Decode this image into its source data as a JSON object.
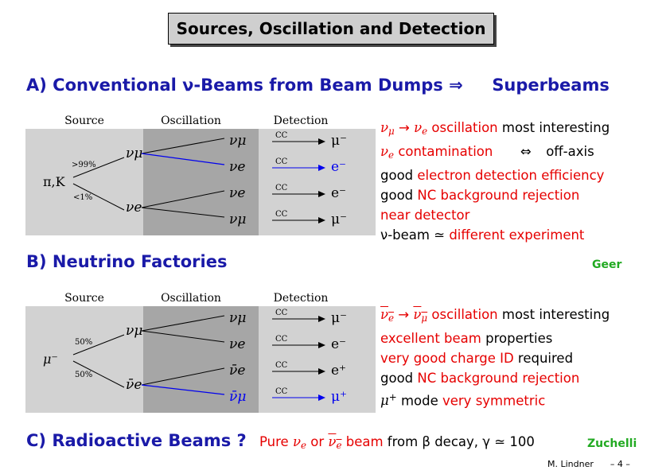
{
  "title": "Sources, Oscillation and Detection",
  "section_a": {
    "label": "A) Conventional ν-Beams from Beam Dumps ⇒",
    "superbeams": "Superbeams"
  },
  "diagram_a": {
    "headers": {
      "source": "Source",
      "oscillation": "Oscillation",
      "detection": "Detection"
    },
    "source_particle": "π,K",
    "branches": {
      "upper_pct": ">99%",
      "lower_pct": "<1%",
      "upper_particle": "νμ",
      "lower_particle": "νe"
    },
    "rows": [
      {
        "osc": "νμ",
        "cc": "CC",
        "det": "μ⁻",
        "highlight": false
      },
      {
        "osc": "νe",
        "cc": "CC",
        "det": "e⁻",
        "highlight": true
      },
      {
        "osc": "νe",
        "cc": "CC",
        "det": "e⁻",
        "highlight": false
      },
      {
        "osc": "νμ",
        "cc": "CC",
        "det": "μ⁻",
        "highlight": false
      }
    ]
  },
  "desc_a": {
    "line1": {
      "osc_text": "oscillation",
      "rest": "most interesting"
    },
    "line2": {
      "contam": "contamination",
      "arrow": "⇔",
      "offaxis": "off-axis"
    },
    "line3": {
      "good": "good",
      "red": "electron detection efficiency"
    },
    "line4": {
      "good": "good",
      "red": "NC background rejection"
    },
    "line5": "near detector",
    "line6": {
      "beam": "ν-beam ≃",
      "red": "different experiment"
    }
  },
  "section_b": {
    "label": "B) Neutrino Factories",
    "credit": "Geer"
  },
  "diagram_b": {
    "headers": {
      "source": "Source",
      "oscillation": "Oscillation",
      "detection": "Detection"
    },
    "source_particle": "μ⁻",
    "branches": {
      "upper_pct": "50%",
      "lower_pct": "50%",
      "upper_particle": "νμ",
      "lower_particle": "ν̄e"
    },
    "rows": [
      {
        "osc": "νμ",
        "cc": "CC",
        "det": "μ⁻",
        "highlight": false
      },
      {
        "osc": "νe",
        "cc": "CC",
        "det": "e⁻",
        "highlight": false
      },
      {
        "osc": "ν̄e",
        "cc": "CC",
        "det": "e⁺",
        "highlight": false
      },
      {
        "osc": "ν̄μ",
        "cc": "CC",
        "det": "μ⁺",
        "highlight": true
      }
    ]
  },
  "desc_b": {
    "line1": {
      "osc_text": "oscillation",
      "rest": "most interesting"
    },
    "line2": {
      "red": "excellent beam",
      "rest": "properties"
    },
    "line3": {
      "red": "very good charge ID",
      "rest": "required"
    },
    "line4": {
      "good": "good",
      "red": "NC background rejection"
    },
    "line5": {
      "mode": "mode",
      "red": "very symmetric"
    }
  },
  "section_c": {
    "label": "C) Radioactive Beams ?",
    "pure": "Pure",
    "or": "or",
    "beam": "beam",
    "from": "from β decay, γ ≃ 100",
    "credit": "Zuchelli"
  },
  "footer": {
    "author": "M. Lindner",
    "page": "– 4 –"
  },
  "colors": {
    "section": "#1a1aa8",
    "highlight": "#e60000",
    "credit": "#22aa22",
    "beam_arrow": "#0000ee"
  }
}
